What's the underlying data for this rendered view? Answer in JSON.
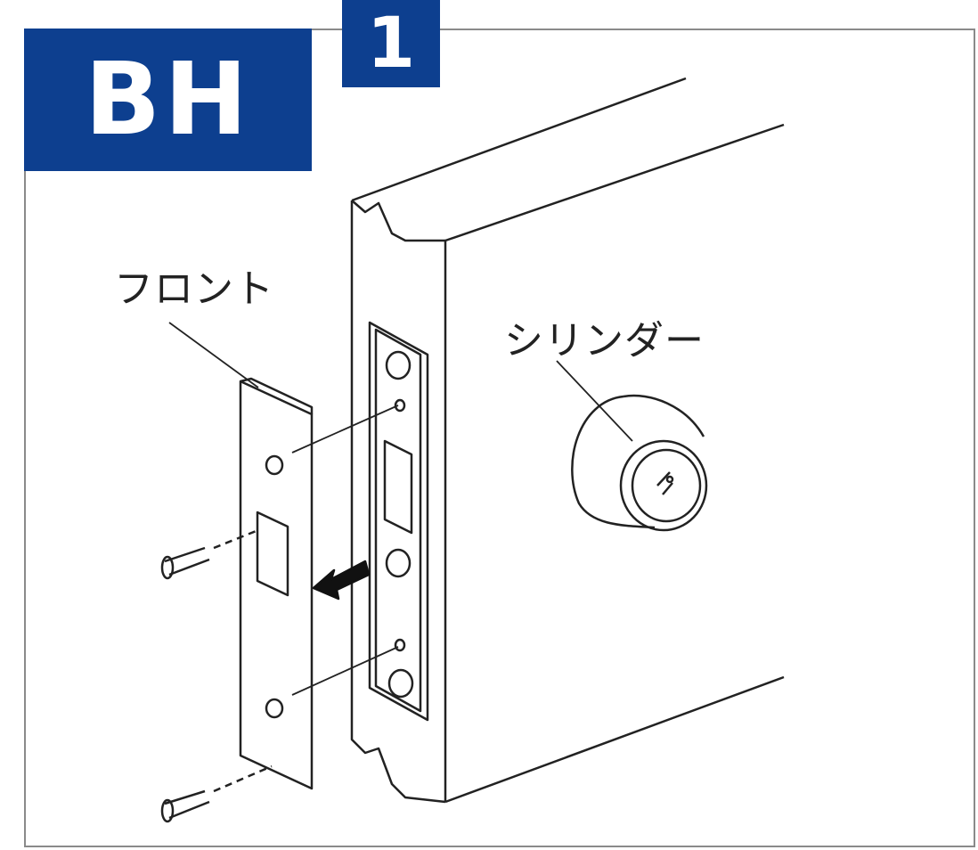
{
  "badge": {
    "model": "BH",
    "step": "1",
    "color": "#0d3f8f"
  },
  "labels": {
    "front": "フロント",
    "cylinder": "シリンダー"
  }
}
